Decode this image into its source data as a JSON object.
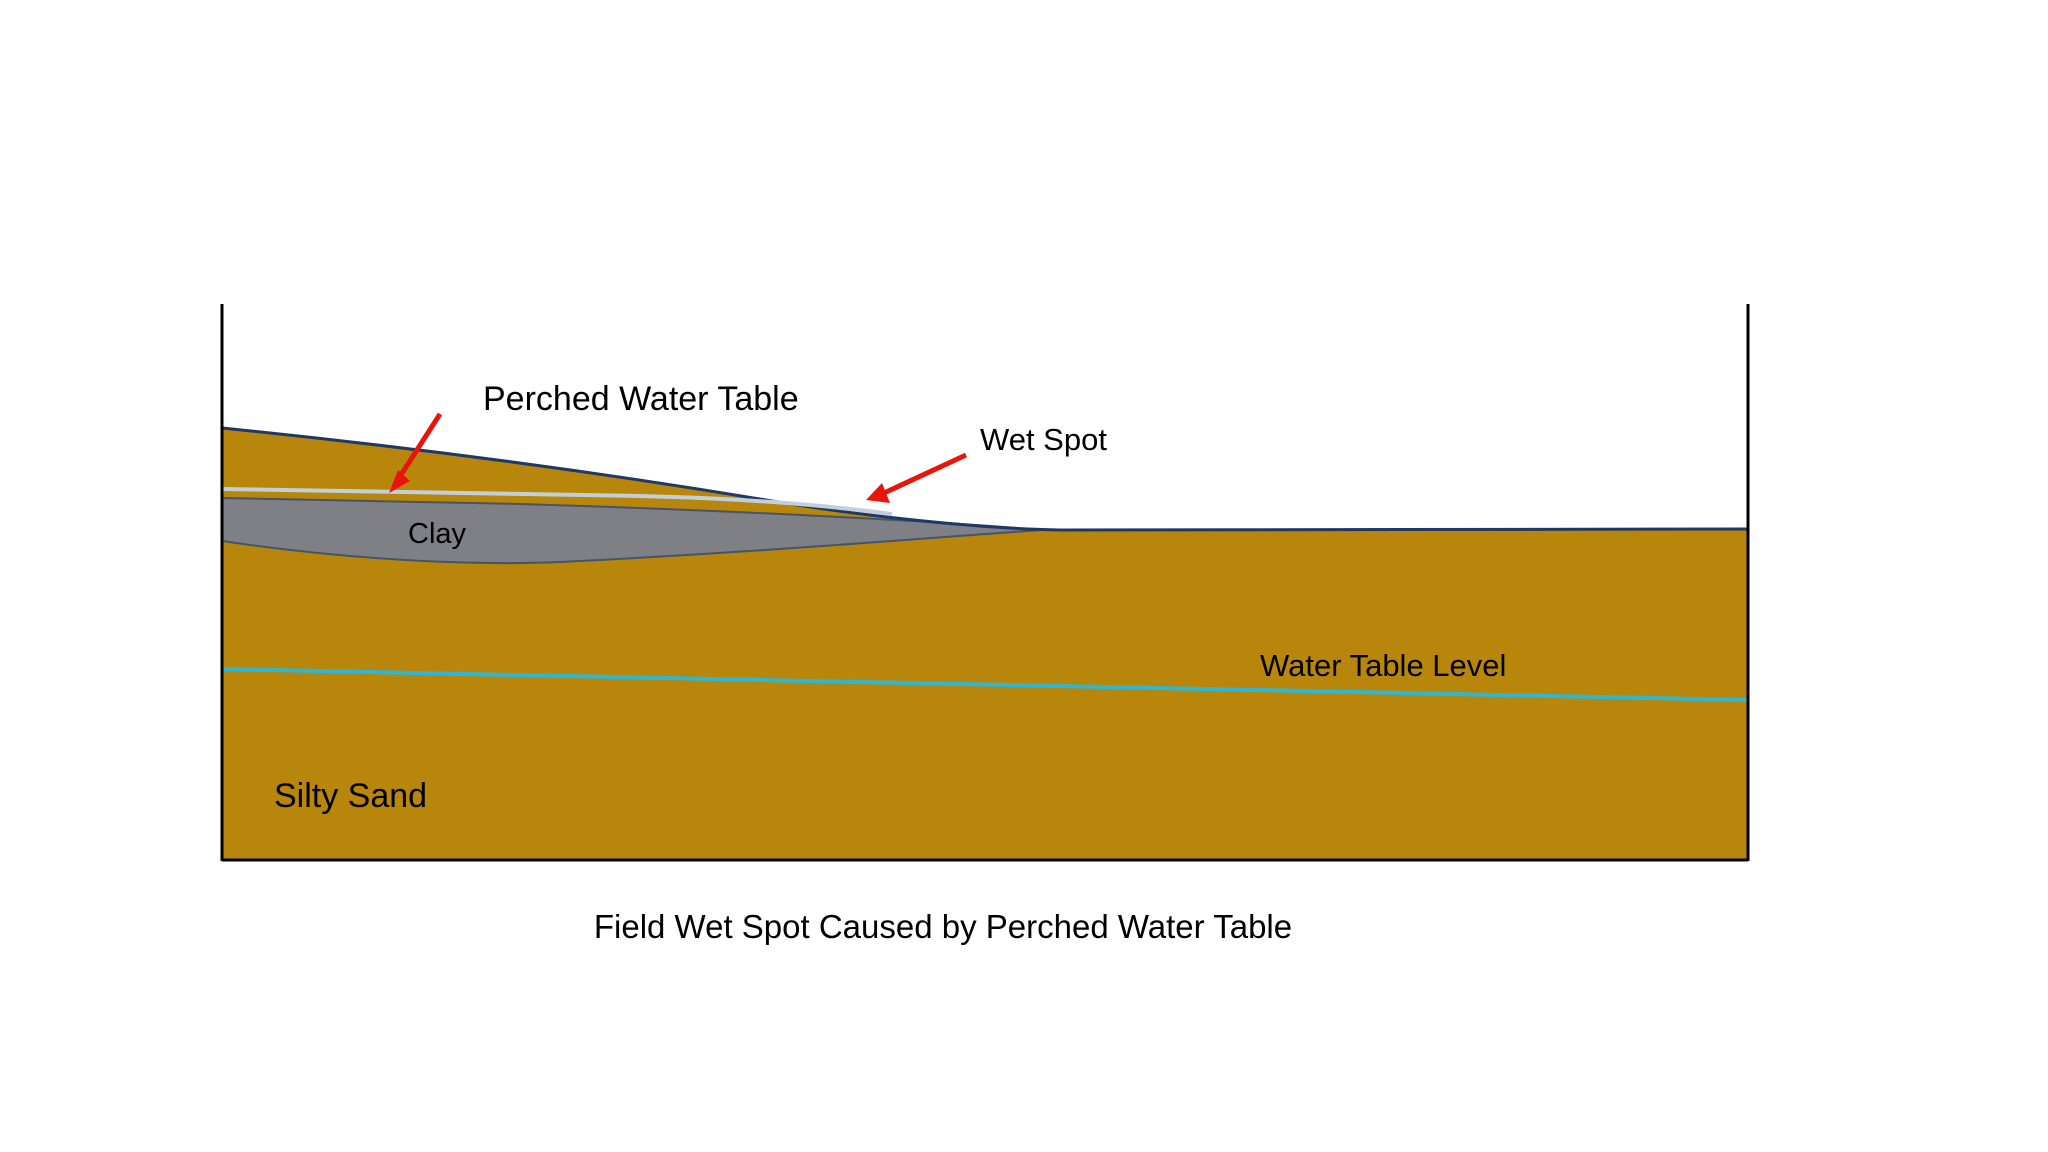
{
  "diagram": {
    "caption": "Field Wet Spot Caused by Perched Water Table",
    "labels": {
      "perched_water_table": "Perched Water Table",
      "wet_spot": "Wet Spot",
      "clay": "Clay",
      "water_table_level": "Water Table Level",
      "silty_sand": "Silty Sand"
    },
    "colors": {
      "soil": "#B8860B",
      "clay": "#7F7F86",
      "surface_line": "#1F3864",
      "perched_line": "#BFD0DC",
      "water_table_line": "#2BB8D6",
      "arrow": "#E8150D",
      "border": "#000000"
    }
  }
}
